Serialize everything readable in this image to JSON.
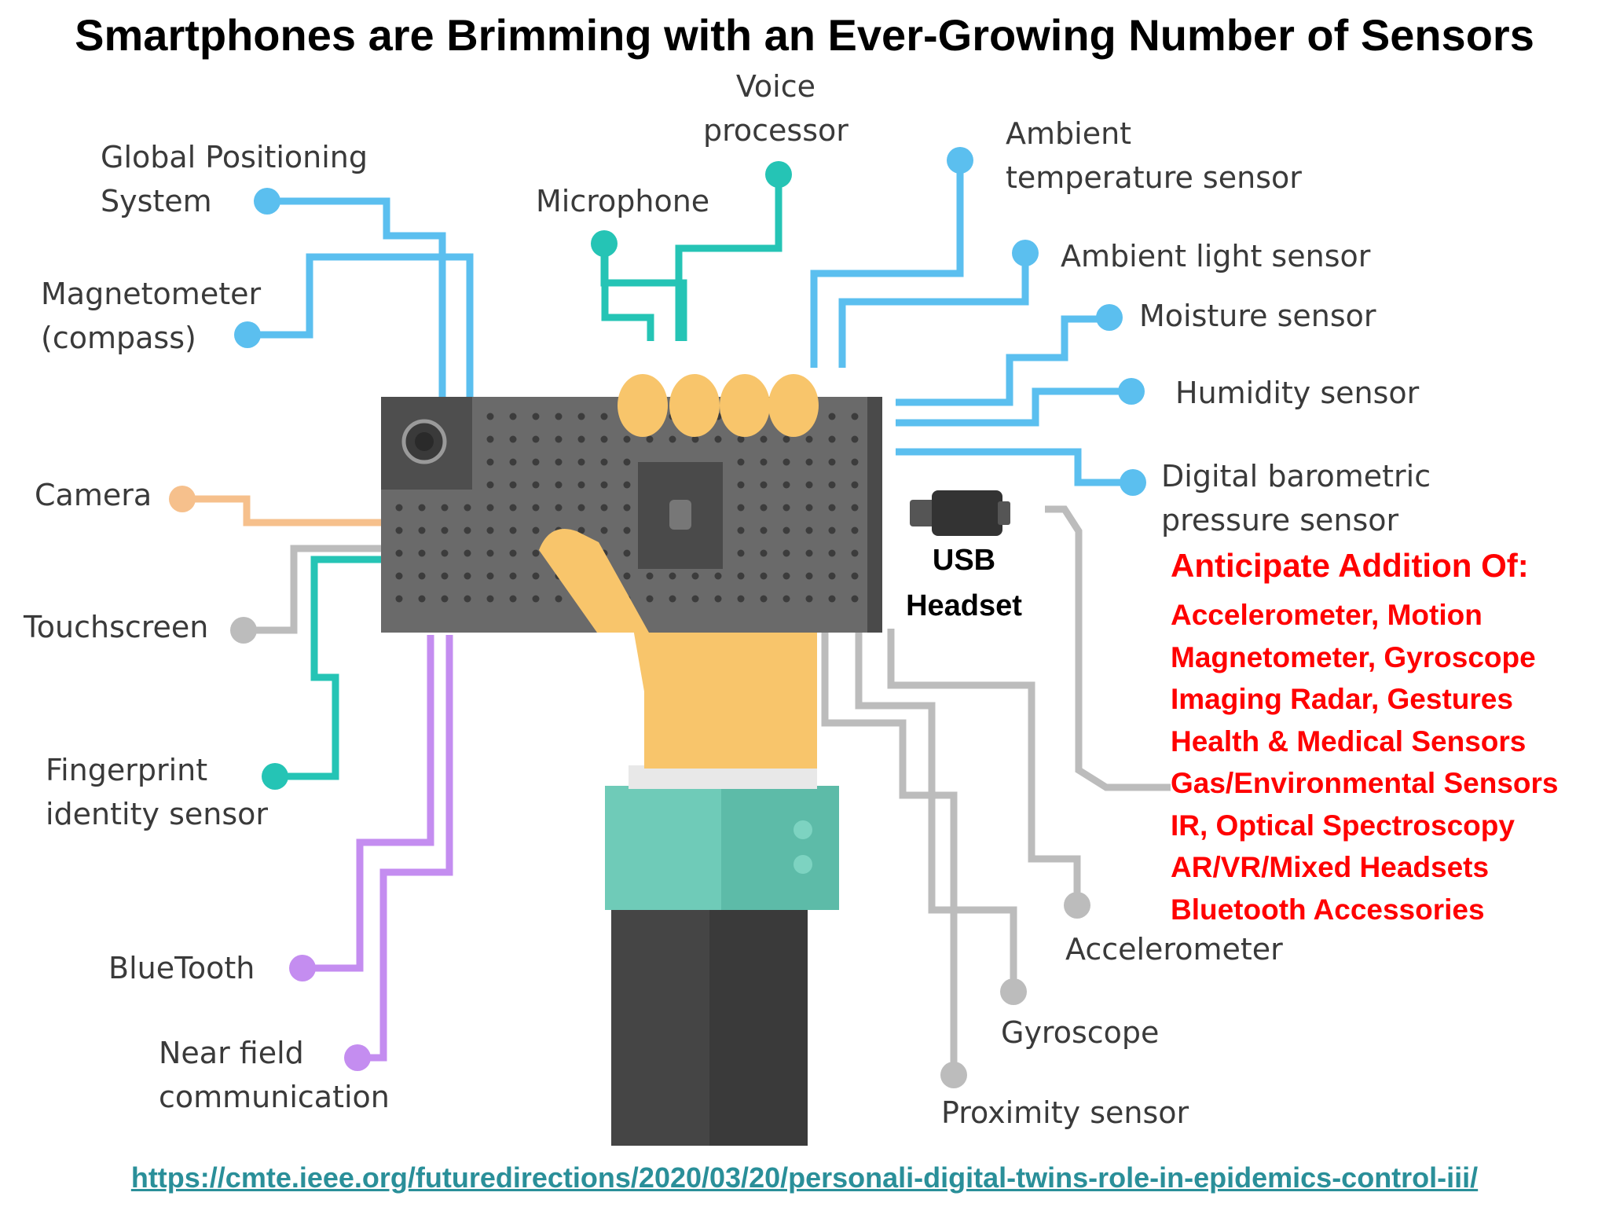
{
  "title": "Smartphones are Brimming with an Ever-Growing Number of Sensors",
  "sensors": {
    "voice_processor": [
      "Voice",
      "processor"
    ],
    "global_positioning": [
      "Global Positioning",
      "System"
    ],
    "microphone": "Microphone",
    "ambient_temperature": [
      "Ambient",
      "temperature sensor"
    ],
    "ambient_light": "Ambient light sensor",
    "magnetometer": [
      "Magnetometer",
      "(compass)"
    ],
    "moisture": "Moisture sensor",
    "humidity": "Humidity sensor",
    "camera": "Camera",
    "digital_barometric": [
      "Digital barometric",
      "pressure sensor"
    ],
    "touchscreen": "Touchscreen",
    "fingerprint": [
      "Fingerprint",
      "identity sensor"
    ],
    "bluetooth": "BlueTooth",
    "near_field": [
      "Near field",
      "communication"
    ],
    "accelerometer": "Accelerometer",
    "gyroscope": "Gyroscope",
    "proximity": "Proximity sensor"
  },
  "usb": [
    "USB",
    "Headset"
  ],
  "anticipate": {
    "heading": "Anticipate Addition Of:",
    "items": [
      "Accelerometer, Motion",
      "Magnetometer, Gyroscope",
      "Imaging Radar, Gestures",
      "Health & Medical Sensors",
      "Gas/Environmental Sensors",
      "IR, Optical Spectroscopy",
      "AR/VR/Mixed Headsets",
      "Bluetooth Accessories"
    ]
  },
  "source_url": "https://cmte.ieee.org/futuredirections/2020/03/20/personali-digital-twins-role-in-epidemics-control-iii/",
  "colors": {
    "blue_line": "#5bbfef",
    "teal_line": "#25c4b5",
    "orange_line": "#f6c08c",
    "gray_line": "#bcbcbc",
    "purple_line": "#c48df0",
    "phone": "#6a6a6a",
    "hand": "#f8c56b",
    "sleeve": "#6fcbb8",
    "accent_red": "#ff0000",
    "link": "#2a8f99"
  }
}
